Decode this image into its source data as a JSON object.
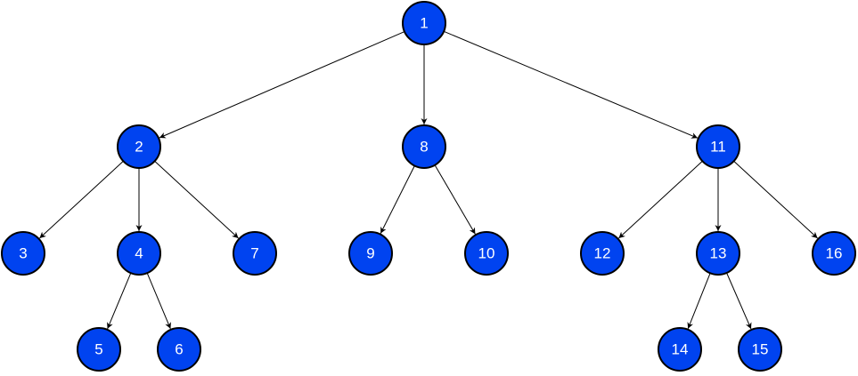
{
  "diagram": {
    "type": "tree",
    "node_color": "#0043f0",
    "node_border_color": "#000000",
    "label_color": "#ffffff",
    "edge_color": "#000000",
    "nodes": [
      {
        "id": "1",
        "label": "1"
      },
      {
        "id": "2",
        "label": "2"
      },
      {
        "id": "8",
        "label": "8"
      },
      {
        "id": "11",
        "label": "11"
      },
      {
        "id": "3",
        "label": "3"
      },
      {
        "id": "4",
        "label": "4"
      },
      {
        "id": "7",
        "label": "7"
      },
      {
        "id": "9",
        "label": "9"
      },
      {
        "id": "10",
        "label": "10"
      },
      {
        "id": "12",
        "label": "12"
      },
      {
        "id": "13",
        "label": "13"
      },
      {
        "id": "16",
        "label": "16"
      },
      {
        "id": "5",
        "label": "5"
      },
      {
        "id": "6",
        "label": "6"
      },
      {
        "id": "14",
        "label": "14"
      },
      {
        "id": "15",
        "label": "15"
      }
    ],
    "edges": [
      {
        "from": "1",
        "to": "2"
      },
      {
        "from": "1",
        "to": "8"
      },
      {
        "from": "1",
        "to": "11"
      },
      {
        "from": "2",
        "to": "3"
      },
      {
        "from": "2",
        "to": "4"
      },
      {
        "from": "2",
        "to": "7"
      },
      {
        "from": "4",
        "to": "5"
      },
      {
        "from": "4",
        "to": "6"
      },
      {
        "from": "8",
        "to": "9"
      },
      {
        "from": "8",
        "to": "10"
      },
      {
        "from": "11",
        "to": "12"
      },
      {
        "from": "11",
        "to": "13"
      },
      {
        "from": "11",
        "to": "16"
      },
      {
        "from": "13",
        "to": "14"
      },
      {
        "from": "13",
        "to": "15"
      }
    ]
  }
}
